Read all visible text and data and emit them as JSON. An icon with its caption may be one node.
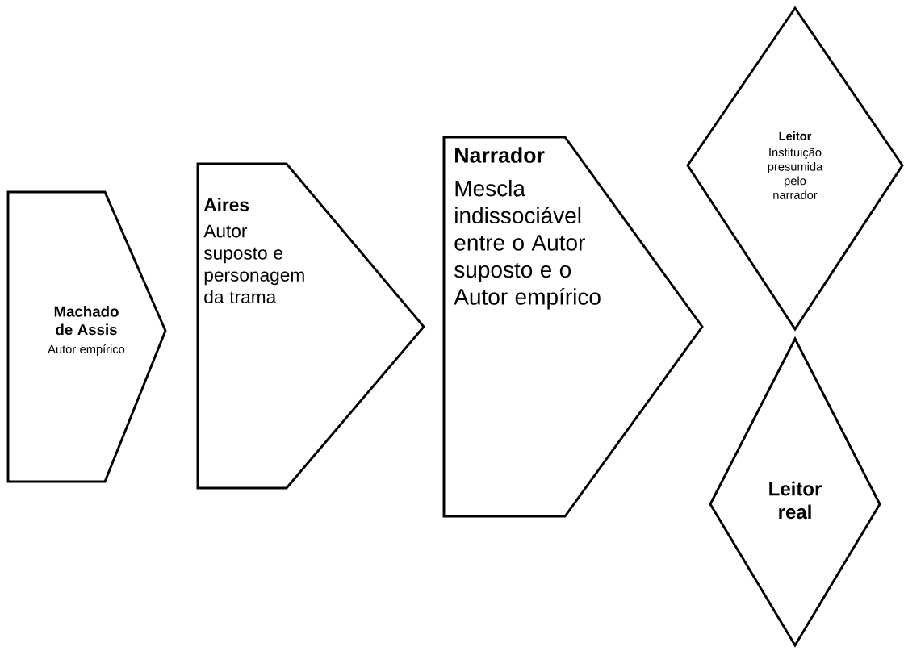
{
  "diagram": {
    "nodes": [
      {
        "text": [
          "Machado de Assis",
          "Autor empírico"
        ]
      },
      {
        "text": [
          "Aires",
          "Autor suposto e personagem da trama"
        ]
      },
      {
        "text": [
          "Narrador",
          "Mescla indissociável entre o Autor suposto e o Autor empírico"
        ]
      },
      {
        "text": [
          "Leitor",
          "Instituição presumida pelo narrador"
        ]
      },
      {
        "text": [
          "Leitor real"
        ]
      }
    ]
  }
}
